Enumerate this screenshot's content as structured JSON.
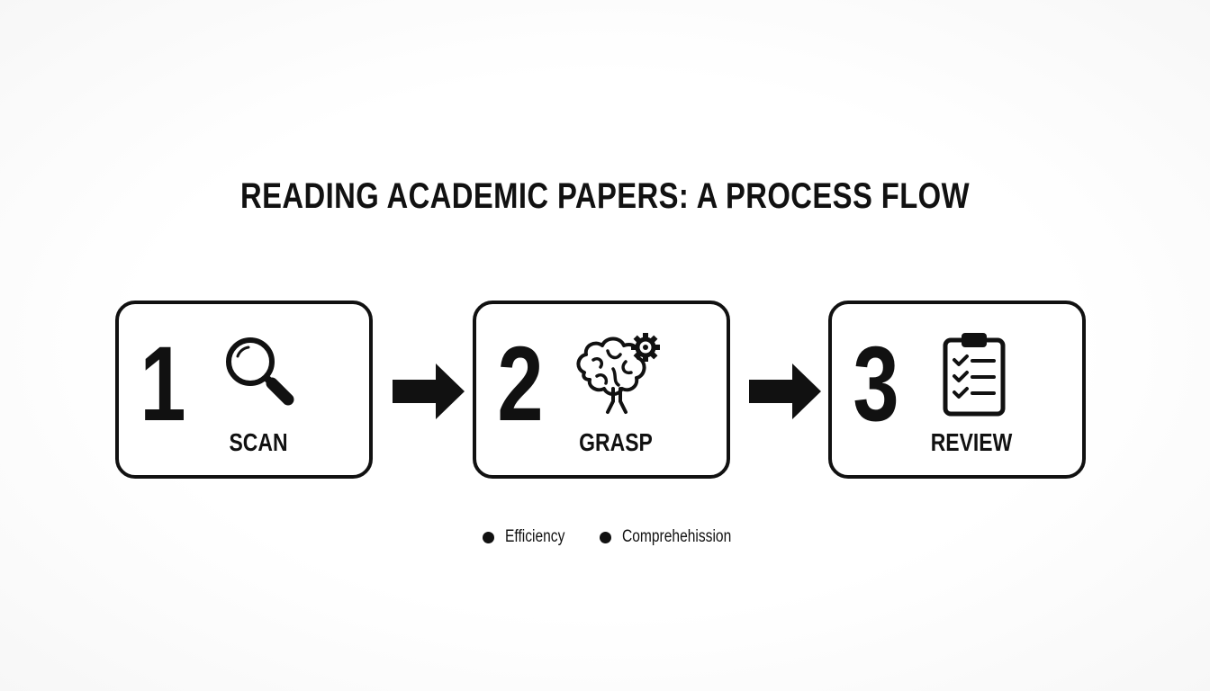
{
  "title": "READING ACADEMIC PAPERS: A PROCESS FLOW",
  "steps": [
    {
      "number": "1",
      "label": "SCAN",
      "icon": "magnifying-glass-icon"
    },
    {
      "number": "2",
      "label": "GRASP",
      "icon": "brain-gear-icon"
    },
    {
      "number": "3",
      "label": "REVIEW",
      "icon": "clipboard-checklist-icon"
    }
  ],
  "arrows": [
    "right-arrow-icon",
    "right-arrow-icon"
  ],
  "legend": [
    {
      "label": "Efficiency"
    },
    {
      "label": "Comprehehission"
    }
  ],
  "colors": {
    "ink": "#111111",
    "background": "#ffffff"
  }
}
